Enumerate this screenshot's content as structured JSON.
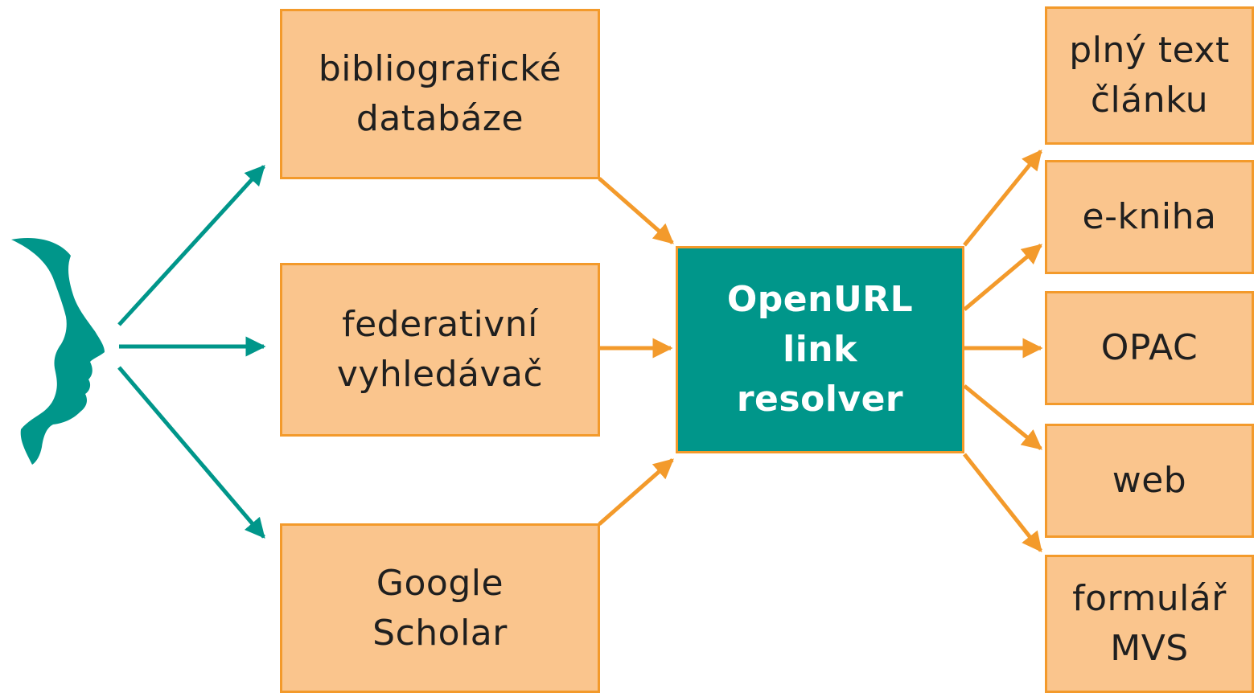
{
  "colors": {
    "box_fill": "#fac58d",
    "box_border": "#f39a2b",
    "center_fill": "#00968a",
    "center_text": "#ffffff",
    "orange_arrow": "#f39a2b",
    "teal_arrow": "#00968a"
  },
  "user": {
    "icon": "person-profile-icon"
  },
  "sources": [
    {
      "label": "bibliografické\ndatabáze"
    },
    {
      "label": "federativní\nvyhledávač"
    },
    {
      "label": "Google\nScholar"
    }
  ],
  "resolver": {
    "label": "OpenURL\nlink\nresolver"
  },
  "targets": [
    {
      "label": "plný text\nčlánku"
    },
    {
      "label": "e-kniha"
    },
    {
      "label": "OPAC"
    },
    {
      "label": "web"
    },
    {
      "label": "formulář\nMVS"
    }
  ]
}
